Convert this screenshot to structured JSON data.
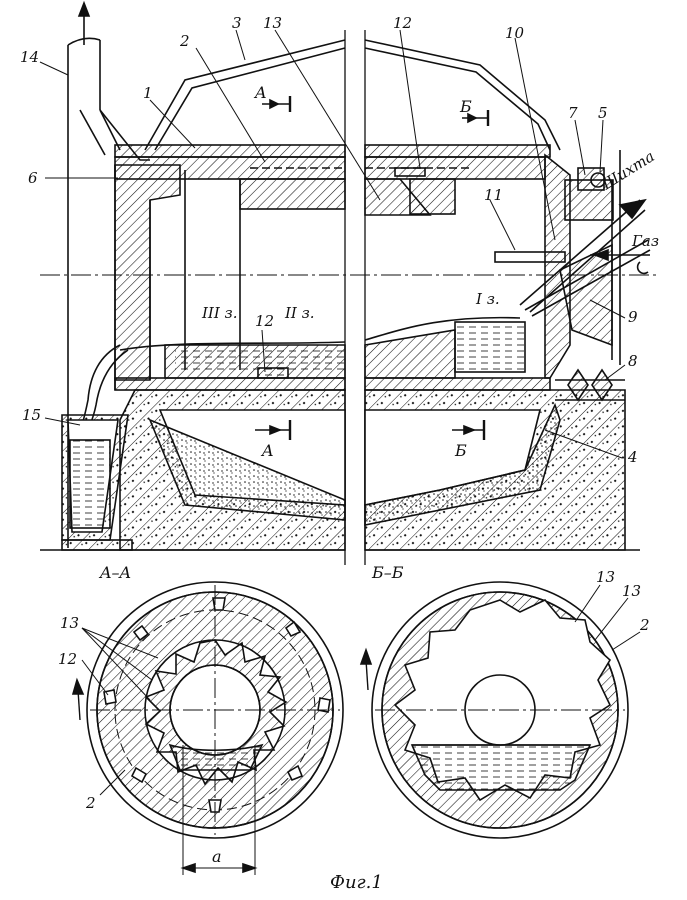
{
  "figure": {
    "caption": "Фиг.1",
    "flow_labels": {
      "charge": "Шихта",
      "gas": "Газ"
    },
    "zones": [
      "III з.",
      "II з.",
      "I з."
    ],
    "sections": {
      "a_marker": "A",
      "b_marker": "Б",
      "a_title": "A–A",
      "b_title": "Б–Б"
    },
    "dimension": "a",
    "callouts": [
      "1",
      "2",
      "3",
      "4",
      "5",
      "6",
      "7",
      "8",
      "9",
      "10",
      "11",
      "12",
      "13",
      "14",
      "15"
    ]
  },
  "colors": {
    "ink": "#111111",
    "paper": "#ffffff"
  }
}
